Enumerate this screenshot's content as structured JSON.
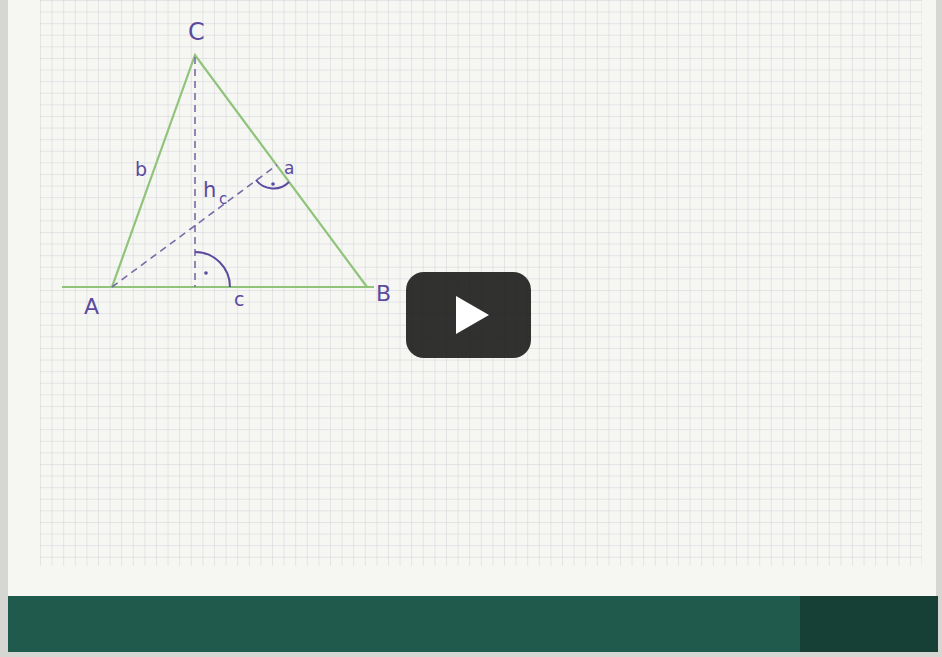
{
  "diagram": {
    "labels": [
      "C",
      "b",
      "h",
      "c",
      "a",
      "A",
      "c",
      "B"
    ]
  }
}
